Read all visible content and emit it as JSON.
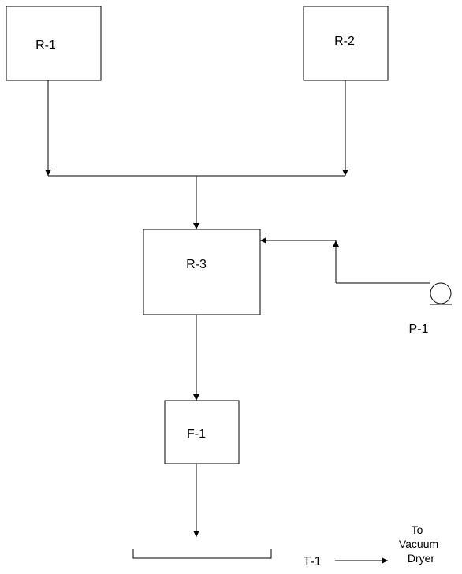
{
  "units": {
    "r1": "R-1",
    "r2": "R-2",
    "r3": "R-3",
    "f1": "F-1",
    "p1": "P-1",
    "t1": "T-1"
  },
  "destination": {
    "line1": "To",
    "line2": "Vacuum",
    "line3": "Dryer"
  },
  "line_color": "#000000",
  "background": "#ffffff"
}
